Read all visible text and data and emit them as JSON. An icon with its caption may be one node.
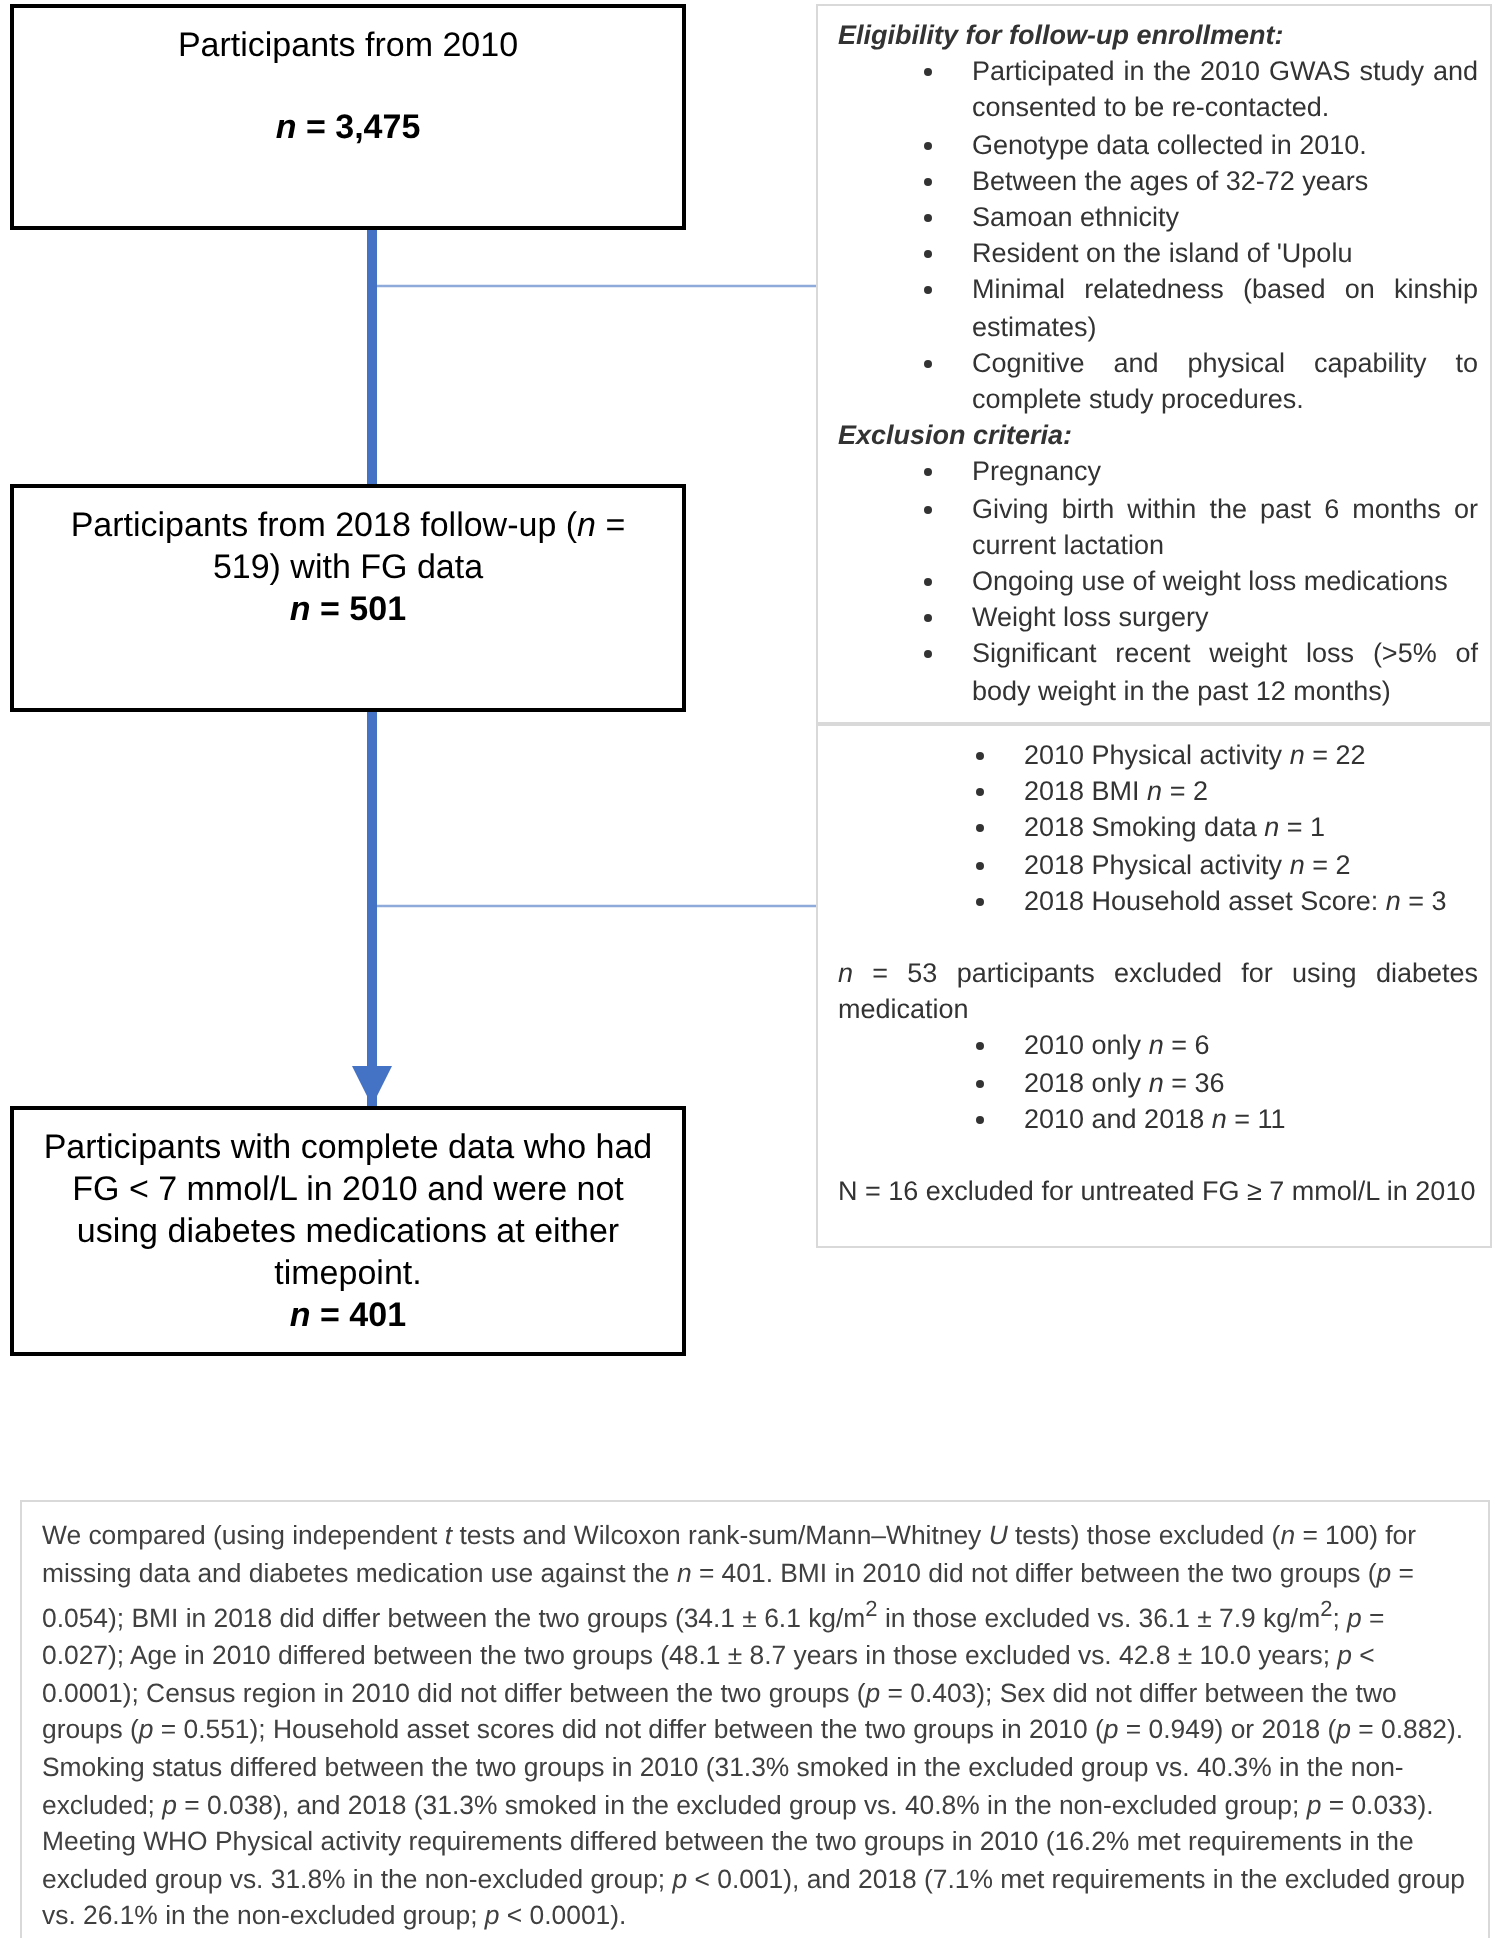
{
  "diagram": {
    "nodes": [
      {
        "text": [
          "Participants from 2010",
          "*n* = 3,475"
        ]
      },
      {
        "text": [
          "Eligibility for follow-up enrollment:",
          "Participated in the 2010 GWAS study and consented to be re-contacted.",
          "Genotype data collected in 2010.",
          "Between the ages of 32-72 years",
          "Samoan ethnicity",
          "Resident on the island of 'Upolu",
          "Minimal relatedness (based on kinship estimates)",
          "Cognitive and physical capability to complete study procedures.",
          "Exclusion criteria:",
          "Pregnancy",
          "Giving birth within the past 6 months or current lactation",
          "Ongoing use of weight loss medications",
          "Weight loss surgery",
          "Significant recent weight loss (>5% of body weight in the past 12 months)"
        ]
      },
      {
        "text": [
          "Participants from 2018 follow-up (*n* = 519) with FG data",
          "*n* = 501"
        ]
      },
      {
        "text": [
          "2010 Physical activity *n* = 22",
          "2018 BMI *n* = 2",
          "2018 Smoking data *n* = 1",
          "2018 Physical activity *n* = 2",
          "2018 Household asset Score: *n* = 3",
          "*n* = 53 participants excluded for using diabetes medication",
          "2010 only *n* = 6",
          "2018 only *n* = 36",
          "2010 and 2018 *n* = 11",
          "N = 16 excluded for untreated FG ≥ 7 mmol/L in 2010"
        ]
      },
      {
        "text": [
          "Participants with complete data who had FG < 7 mmol/L in 2010 and were not using diabetes medications at either timepoint.",
          "*n* = 401"
        ]
      },
      {
        "text": [
          "We compared (using independent *t* tests and Wilcoxon rank-sum/Mann–Whitney *U* tests) those excluded (*n* = 100) for missing data and diabetes medication use against the *n* = 401. BMI in 2010 did not differ between the two groups (*p* = 0.054); BMI in 2018 did differ between the two groups (34.1 ± 6.1 kg/m$^{2}$ in those excluded vs. 36.1 ± 7.9 kg/m$^{2}$; *p* = 0.027); Age in 2010 differed between the two groups (48.1 ± 8.7 years in those excluded vs. 42.8 ± 10.0 years; *p* < 0.0001); Census region in 2010 did not differ between the two groups (*p* = 0.403); Sex did not differ between the two groups (*p* = 0.551); Household asset scores did not differ between the two groups in 2010 (*p* = 0.949) or 2018 (*p* = 0.882). Smoking status differed between the two groups in 2010 (31.3% smoked in the excluded group vs. 40.3% in the non-excluded; *p* = 0.038), and 2018 (31.3% smoked in the excluded group vs. 40.8% in the non-excluded group; *p* = 0.033). Meeting WHO Physical activity requirements differed between the two groups in 2010 (16.2% met requirements in the excluded group vs. 31.8% in the non-excluded group; *p* < 0.001), and 2018 (7.1% met requirements in the excluded group vs. 26.1% in the non-excluded group; *p* < 0.0001)."
        ]
      }
    ],
    "edges": [
      {
        "from": 0,
        "to": 2,
        "arrow": "none",
        "style": "thick",
        "color": "#4472c4"
      },
      {
        "from": 0,
        "to": 1,
        "arrow": "none",
        "color": "#8eaadb"
      },
      {
        "from": 2,
        "to": 4,
        "arrow": "to",
        "style": "thick",
        "color": "#4472c4"
      },
      {
        "from": 2,
        "to": 3,
        "arrow": "none",
        "color": "#8eaadb"
      }
    ]
  }
}
